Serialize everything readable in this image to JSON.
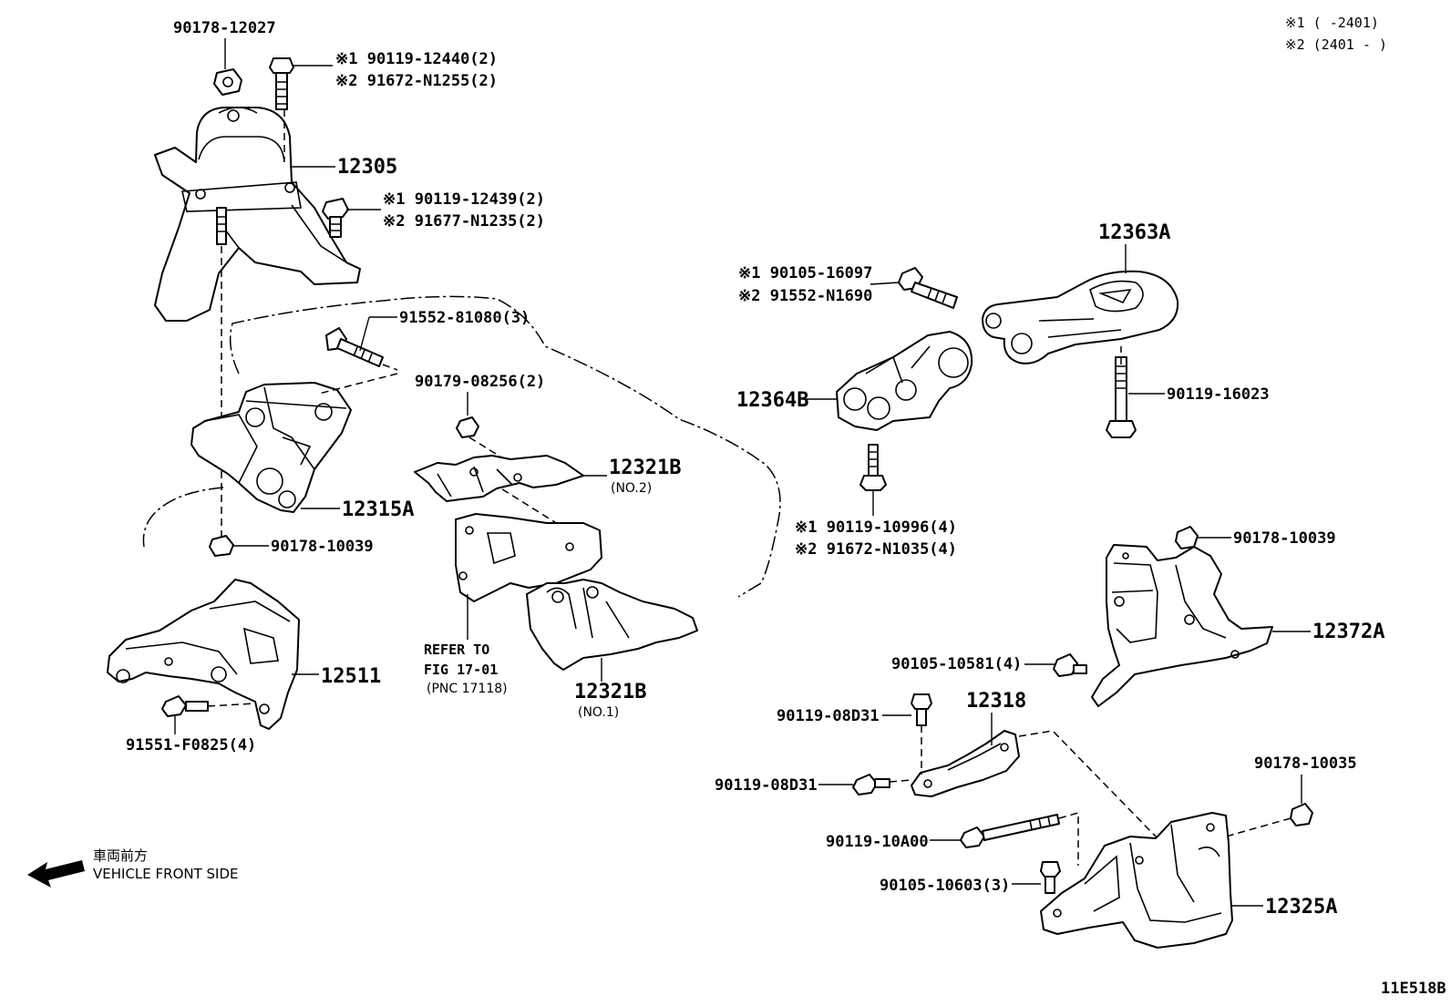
{
  "legend": {
    "line1": "※1 (      -2401)",
    "line2": "※2 (2401 -      )"
  },
  "drawing_code": "11E518B",
  "direction": {
    "japanese": "車両前方",
    "english": "VEHICLE FRONT SIDE",
    "icon": "arrow-left"
  },
  "labels": {
    "l_90178_12027": "90178-12027",
    "l_bolt_top_1": "※1 90119-12440(2)",
    "l_bolt_top_2": "※2 91672-N1255(2)",
    "l_12305": "12305",
    "l_bolt_mid_1": "※1 90119-12439(2)",
    "l_bolt_mid_2": "※2 91677-N1235(2)",
    "l_91552_81080": "91552-81080(3)",
    "l_90179_08256": "90179-08256(2)",
    "l_12315A": "12315A",
    "l_90178_10039_left": "90178-10039",
    "l_12321B_no2": "12321B",
    "l_no2": "(NO.2)",
    "l_refer_1": "REFER TO",
    "l_refer_2": "FIG 17-01",
    "l_refer_3": "(PNC 17118)",
    "l_12321B_no1": "12321B",
    "l_no1": "(NO.1)",
    "l_12511": "12511",
    "l_91551_F0825": "91551-F0825(4)",
    "l_bolt_right_1": "※1 90105-16097",
    "l_bolt_right_2": "※2 91552-N1690",
    "l_12363A": "12363A",
    "l_12364B": "12364B",
    "l_90119_16023": "90119-16023",
    "l_bolt_low_1": "※1 90119-10996(4)",
    "l_bolt_low_2": "※2 91672-N1035(4)",
    "l_90178_10039_right": "90178-10039",
    "l_12372A": "12372A",
    "l_90105_10581": "90105-10581(4)",
    "l_90119_08D31_a": "90119-08D31",
    "l_12318": "12318",
    "l_90119_08D31_b": "90119-08D31",
    "l_90178_10035": "90178-10035",
    "l_90119_10A00": "90119-10A00",
    "l_90105_10603": "90105-10603(3)",
    "l_12325A": "12325A"
  }
}
